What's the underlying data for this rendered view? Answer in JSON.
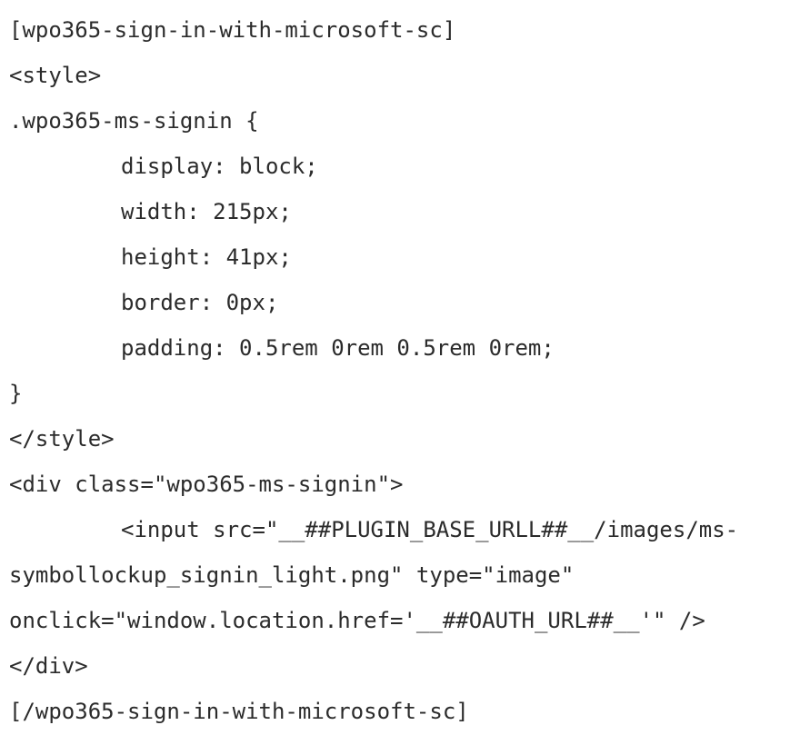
{
  "code": {
    "lines": [
      "[wpo365-sign-in-with-microsoft-sc]",
      "<style>",
      ".wpo365-ms-signin {",
      "display: block;",
      "width: 215px;",
      "height: 41px;",
      "border: 0px;",
      "padding: 0.5rem 0rem 0.5rem 0rem;",
      "}",
      "</style>",
      "<div class=\"wpo365-ms-signin\">",
      "<input src=\"__##PLUGIN_BASE_URLL##__/images/ms-",
      "symbollockup_signin_light.png\" type=\"image\"",
      "onclick=\"window.location.href='__##OAUTH_URL##__'\" />",
      "</div>",
      "[/wpo365-sign-in-with-microsoft-sc]"
    ]
  }
}
